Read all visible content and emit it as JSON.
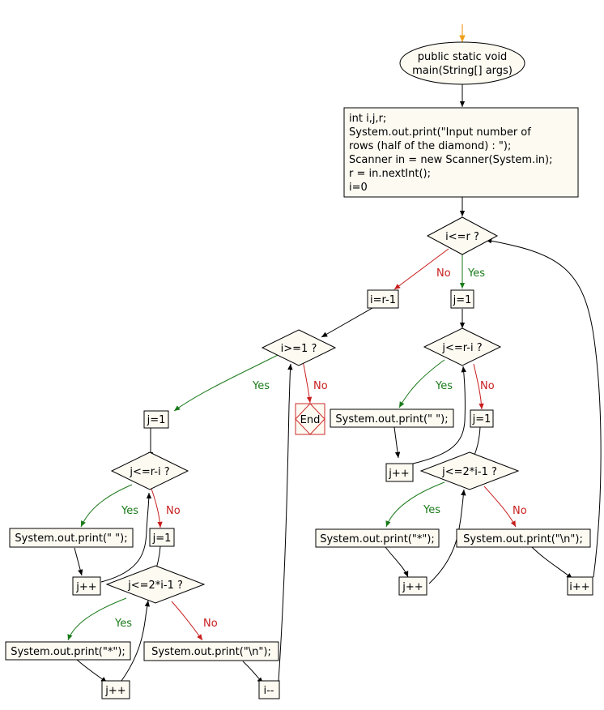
{
  "nodes": {
    "start": [
      "public static void",
      "main(String[] args)"
    ],
    "init": [
      "int i,j,r;",
      "System.out.print(\"Input number of",
      "rows (half of the diamond) : \");",
      "Scanner in = new Scanner(System.in);",
      "r = in.nextInt();",
      "i=0"
    ],
    "cond_top": "i<=r ?",
    "i_assign": "i=r-1",
    "j1_right": "j=1",
    "cond_i_ge": "i>=1 ?",
    "end": "End",
    "cond_j_r_top": "j<=r-i ?",
    "print_space_right": "System.out.print(\" \");",
    "j1_right_inner": "j=1",
    "jpp_right_space": "j++",
    "cond_j_2i_right": "j<=2*i-1 ?",
    "print_star_right": "System.out.print(\"*\");",
    "print_newline_right": "System.out.print(\"\\n\");",
    "jpp_right_star": "j++",
    "ipp": "i++",
    "j1_left": "j=1",
    "cond_j_r_left": "j<=r-i ?",
    "print_space_left": "System.out.print(\" \");",
    "j1_left_inner": "j=1",
    "jpp_left_space": "j++",
    "cond_j_2i_left": "j<=2*i-1 ?",
    "print_star_left": "System.out.print(\"*\");",
    "print_newline_left": "System.out.print(\"\\n\");",
    "jpp_left_star": "j++",
    "imm": "i--"
  },
  "labels": {
    "yes": "Yes",
    "no": "No"
  },
  "colors": {
    "yes": "#1a7a1a",
    "no": "#c81e1e",
    "start_arrow": "#f0a020",
    "box_fill": "#fdfaf2"
  }
}
